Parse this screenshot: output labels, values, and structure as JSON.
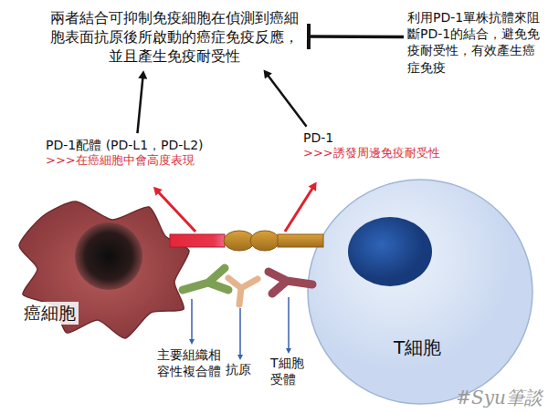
{
  "diagram": {
    "nodes": [
      {
        "text": [
          "兩者結合可抑制免疫細胞在偵測到癌細胞表面抗原後所啟動的癌症免疫反應，並且產生免疫耐受性"
        ]
      },
      {
        "text": [
          "利用PD-1單株抗體來阻斷PD-1的結合，避免免疫耐受性，有效產生癌症免疫"
        ]
      },
      {
        "text": [
          "PD-1配體 (PD-L1，PD-L2)",
          ">>>在癌細胞中會高度表現"
        ]
      },
      {
        "text": [
          "PD-1",
          ">>>誘發周邊免疫耐受性"
        ]
      },
      {
        "text": [
          "癌細胞"
        ]
      },
      {
        "text": [
          "T細胞"
        ]
      }
    ],
    "edges": [
      {
        "from": 1,
        "to": 0,
        "arrow": "to"
      },
      {
        "from": 2,
        "to": 0,
        "arrow": "to"
      },
      {
        "from": 3,
        "to": 0,
        "arrow": "to"
      }
    ],
    "labels": [
      "主要組織相容性複合體",
      "抗原",
      "T細胞受體",
      "#Syu筆談"
    ]
  }
}
